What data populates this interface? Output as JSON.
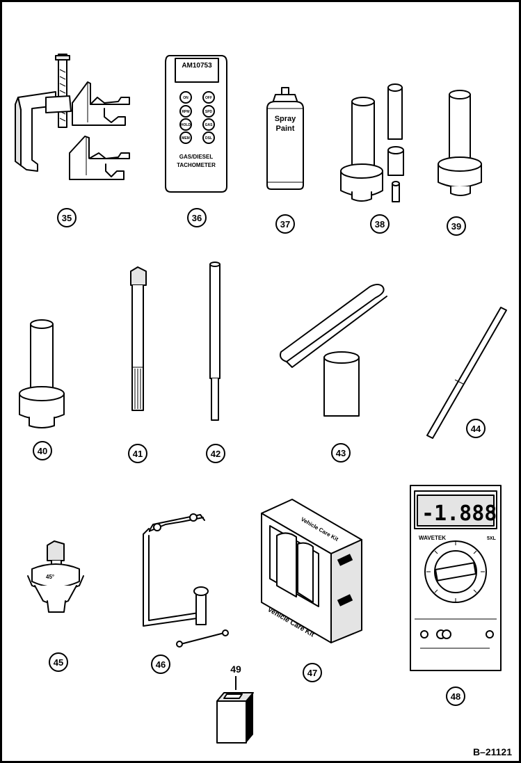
{
  "diagram": {
    "tools": [
      {
        "number": "35"
      },
      {
        "number": "36",
        "device_id": "AM10753",
        "buttons": [
          "ON",
          "OFF",
          "RPM",
          "SPD",
          "HOLD",
          "GAS",
          "MEM",
          "DSL"
        ],
        "title_line1": "GAS/DIESEL",
        "title_line2": "TACHOMETER"
      },
      {
        "number": "37",
        "can_label_line1": "Spray",
        "can_label_line2": "Paint"
      },
      {
        "number": "38"
      },
      {
        "number": "39"
      },
      {
        "number": "40"
      },
      {
        "number": "41"
      },
      {
        "number": "42"
      },
      {
        "number": "43"
      },
      {
        "number": "44"
      },
      {
        "number": "45",
        "angle_mark": "45°"
      },
      {
        "number": "46"
      },
      {
        "number": "47",
        "box_text": "Vehicle Care Kit"
      },
      {
        "number": "48",
        "display": "-1.888",
        "brand": "WAVETEK",
        "model": "5XL"
      },
      {
        "number": "49"
      }
    ],
    "reference": "B–21121"
  }
}
